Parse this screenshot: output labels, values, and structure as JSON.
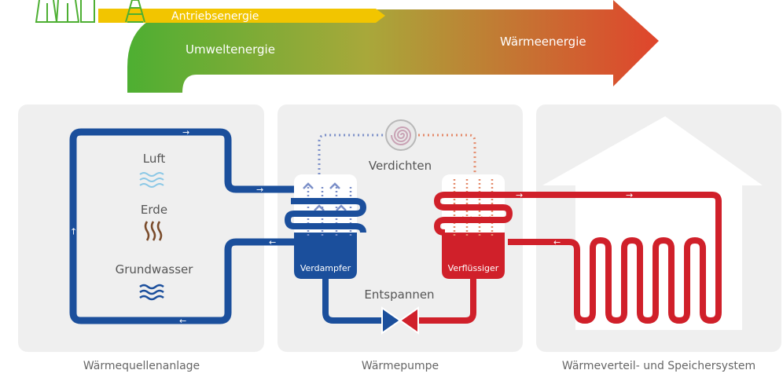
{
  "energy_flow": {
    "drive": "Antriebsenergie",
    "environment": "Umweltenergie",
    "heat": "Wärmeenergie"
  },
  "source": {
    "items": [
      "Luft",
      "Erde",
      "Grundwasser"
    ],
    "caption": "Wärmequellenanlage"
  },
  "heat_pump": {
    "compress": "Verdichten",
    "expand": "Entspannen",
    "evaporator": "Verdampfer",
    "condenser": "Verflüssiger",
    "caption": "Wärmepumpe"
  },
  "distribution": {
    "caption": "Wärmeverteil- und Speichersystem"
  },
  "colors": {
    "blue": "#1b4f9c",
    "red": "#d0202a",
    "green": "#4daf32",
    "yellow": "#f2c500",
    "panel": "#efefef"
  }
}
